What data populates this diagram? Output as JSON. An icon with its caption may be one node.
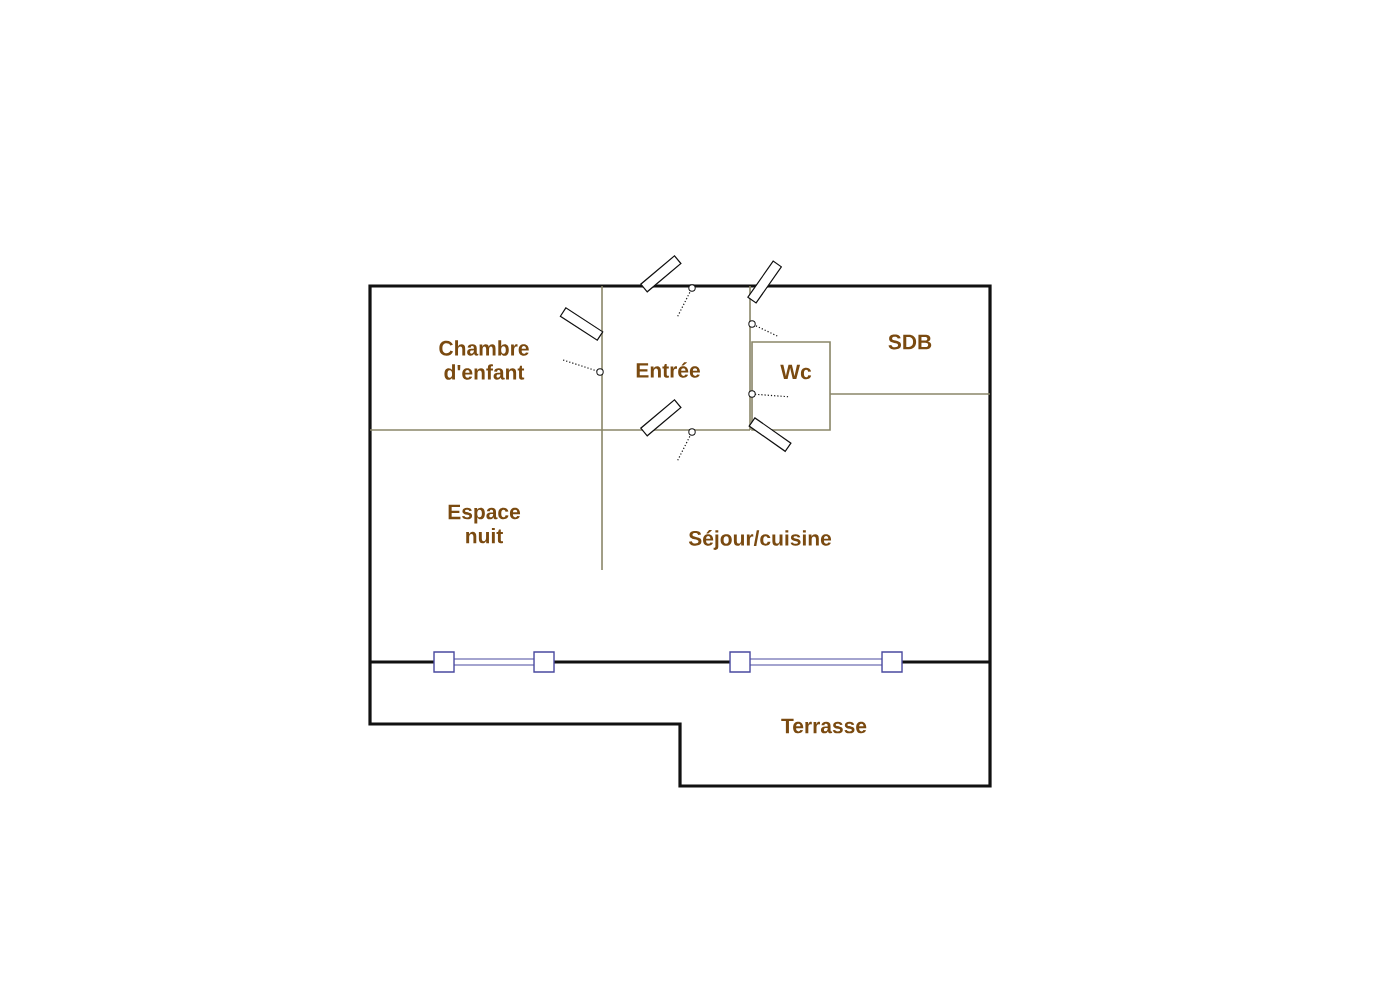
{
  "diagram": {
    "labels": [
      "Chambre d'enfant",
      "Entrée",
      "Wc",
      "SDB",
      "Espace nuit",
      "Séjour/cuisine",
      "Terrasse"
    ]
  }
}
